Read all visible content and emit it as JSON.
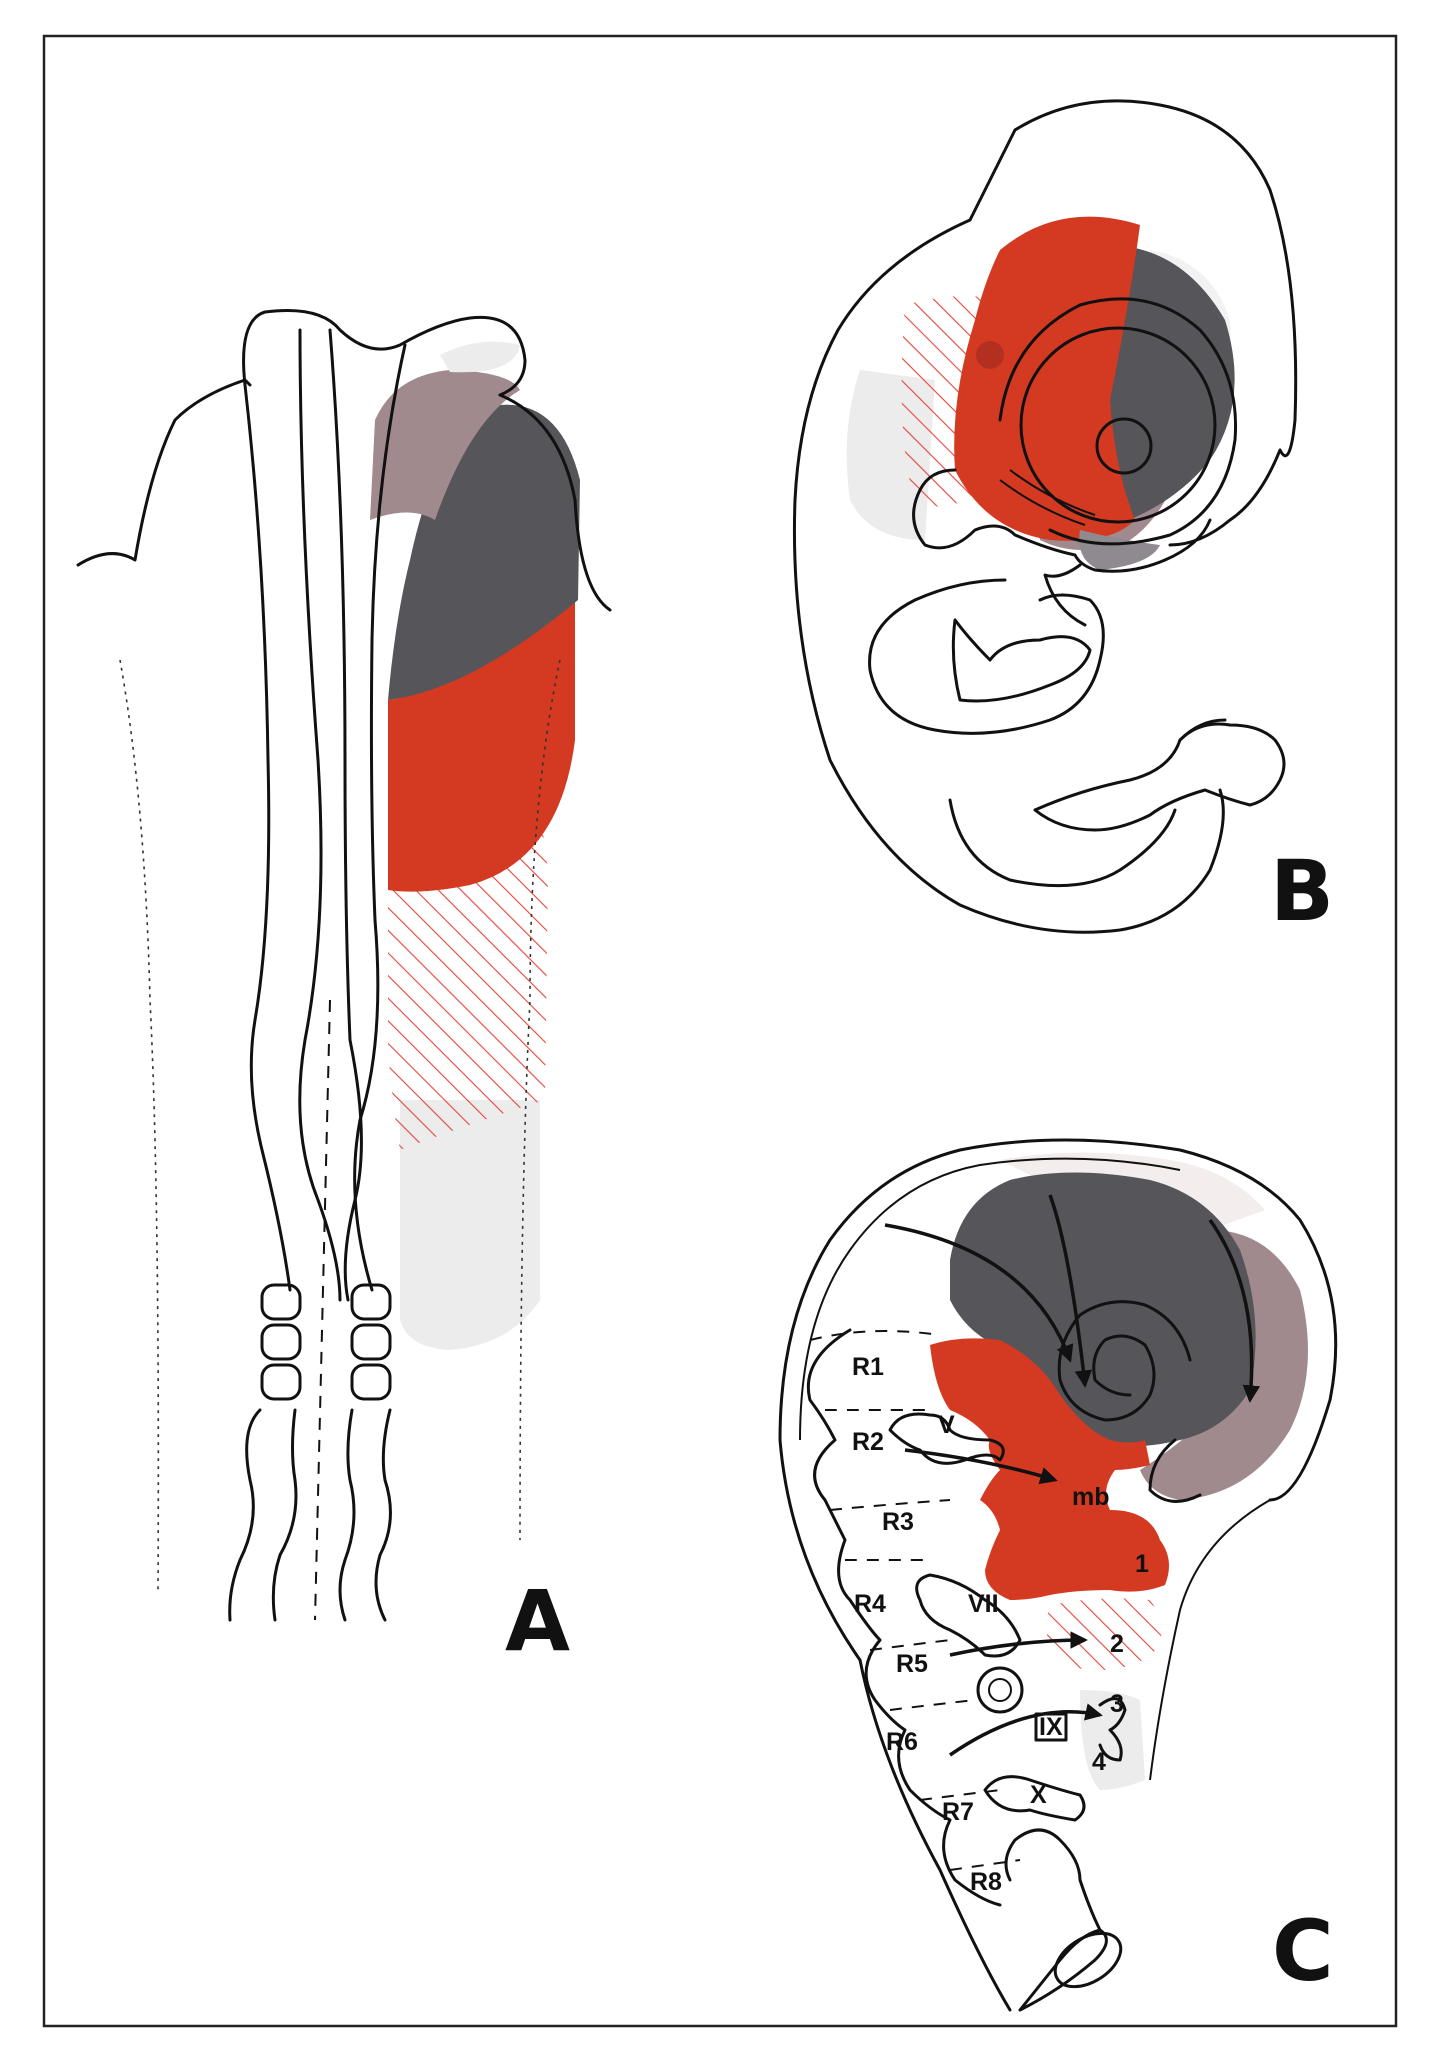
{
  "panels": {
    "a": {
      "letter": "A"
    },
    "b": {
      "letter": "B"
    },
    "c": {
      "letter": "C",
      "rhombomeres": [
        "R1",
        "R2",
        "R3",
        "R4",
        "R5",
        "R6",
        "R7",
        "R8"
      ],
      "nerves": [
        "V",
        "VII",
        "IX",
        "X"
      ],
      "midbrain_label": "mb",
      "arches": [
        "1",
        "2",
        "3",
        "4"
      ]
    }
  },
  "colors": {
    "red": "#d43a22",
    "dark_gray": "#55555a",
    "mauve": "#a08a8e",
    "light_gray": "#ececec",
    "hatch": "#e6453a",
    "outline": "#111111"
  },
  "icons": [
    "arrow-icon"
  ]
}
